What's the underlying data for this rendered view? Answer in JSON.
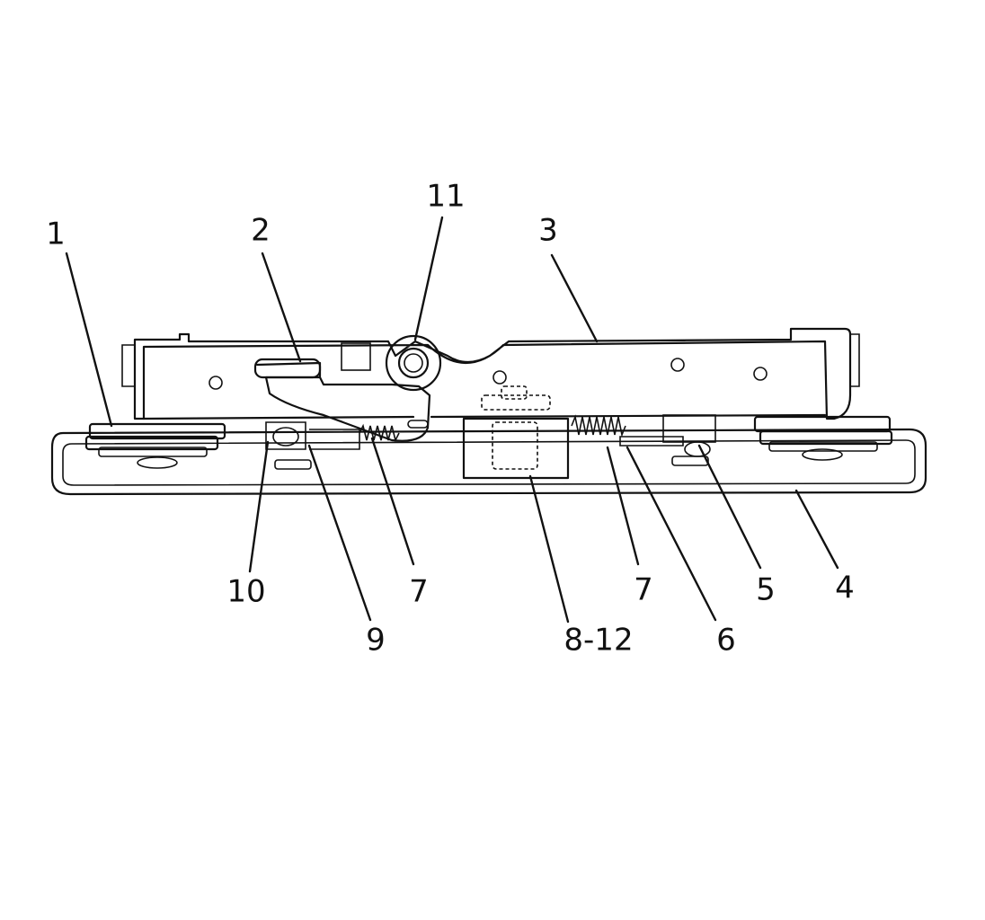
{
  "callouts": [
    {
      "id": "c1",
      "label": "1"
    },
    {
      "id": "c2",
      "label": "2"
    },
    {
      "id": "c11",
      "label": "11"
    },
    {
      "id": "c3",
      "label": "3"
    },
    {
      "id": "c10",
      "label": "10"
    },
    {
      "id": "c9",
      "label": "9"
    },
    {
      "id": "c7a",
      "label": "7"
    },
    {
      "id": "c8_12",
      "label": "8-12"
    },
    {
      "id": "c7b",
      "label": "7"
    },
    {
      "id": "c6",
      "label": "6"
    },
    {
      "id": "c5",
      "label": "5"
    },
    {
      "id": "c4",
      "label": "4"
    }
  ]
}
